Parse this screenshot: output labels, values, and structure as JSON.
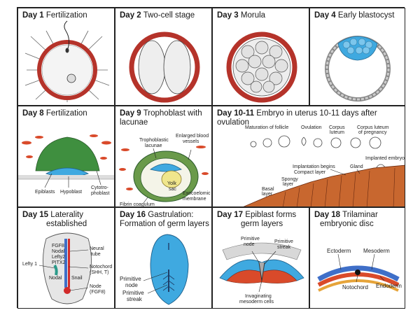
{
  "panels": [
    {
      "day": "Day 1",
      "caption": "Fertilization"
    },
    {
      "day": "Day 2",
      "caption": "Two-cell stage"
    },
    {
      "day": "Day 3",
      "caption": "Morula"
    },
    {
      "day": "Day 4",
      "caption": "Early blastocyst"
    },
    {
      "day": "Day 8",
      "caption": "Fertilization",
      "labels": {
        "epiblasts": "Epiblasts",
        "hypoblast": "Hypoblast",
        "cyto1": "Cytotro-",
        "cyto2": "phoblast"
      }
    },
    {
      "day": "Day 9",
      "caption1": "Trophoblast with",
      "caption2": "lacunae",
      "labels": {
        "troph1": "Trophoblastic",
        "troph2": "lacunae",
        "enl1": "Enlarged blood",
        "enl2": "vessels",
        "yolk1": "Yolk",
        "yolk2": "sac",
        "exo1": "Exocoelomic",
        "exo2": "membrane",
        "fibrin": "Fibrin coagulum"
      }
    },
    {
      "day": "Day 10-11",
      "caption": "Embryo in uterus 10-11 days after ovulation",
      "labels": {
        "maturation": "Maturation of follicle",
        "ovulation": "Ovulation",
        "corpus1": "Corpus",
        "corpus2": "luteum",
        "cpreg1": "Corpus luteum",
        "cpreg2": "of pregnancy",
        "implanted": "Implanted embryo",
        "impbegins": "Implantation begins",
        "compact": "Compact layer",
        "gland": "Gland",
        "spongy1": "Spongy",
        "spongy2": "layer",
        "basal1": "Basal",
        "basal2": "layer"
      }
    },
    {
      "day": "Day 15",
      "caption1": "Laterality",
      "caption2": "established",
      "labels": {
        "fgf8": "FGF8",
        "nodal": "Nodal",
        "lefty2": "Lefty2",
        "pitx2": "PITX2",
        "lefty1": "Lefty 1",
        "nodal2": "Nodal",
        "snail": "Snail",
        "neural1": "Neural",
        "neural2": "tube",
        "noto1": "Notochord",
        "noto2": "(SHH, T)",
        "node1": "Node",
        "node2": "(FGF8)"
      }
    },
    {
      "day": "Day 16",
      "caption1": "Gastrulation:",
      "caption2": "Formation of germ layers",
      "labels": {
        "pn1": "Primitive",
        "pn2": "node",
        "ps1": "Primitive",
        "ps2": "streak"
      }
    },
    {
      "day": "Day 17",
      "caption1": "Epiblast forms",
      "caption2": "germ layers",
      "labels": {
        "pn1": "Primitive",
        "pn2": "node",
        "ps1": "Primitive",
        "ps2": "streak",
        "inv1": "Invaginating",
        "inv2": "mesoderm cells"
      }
    },
    {
      "day": "Day 18",
      "caption1": "Trilaminar",
      "caption2": "embryonic disc",
      "labels": {
        "ecto": "Ectoderm",
        "meso": "Mesoderm",
        "endo": "Endoderm",
        "noto": "Notochord"
      }
    }
  ],
  "colors": {
    "zona": "#b5332a",
    "blue": "#3fa9e0",
    "green": "#3f8f3f",
    "orange": "#c8672f",
    "red": "#d12a2a"
  }
}
